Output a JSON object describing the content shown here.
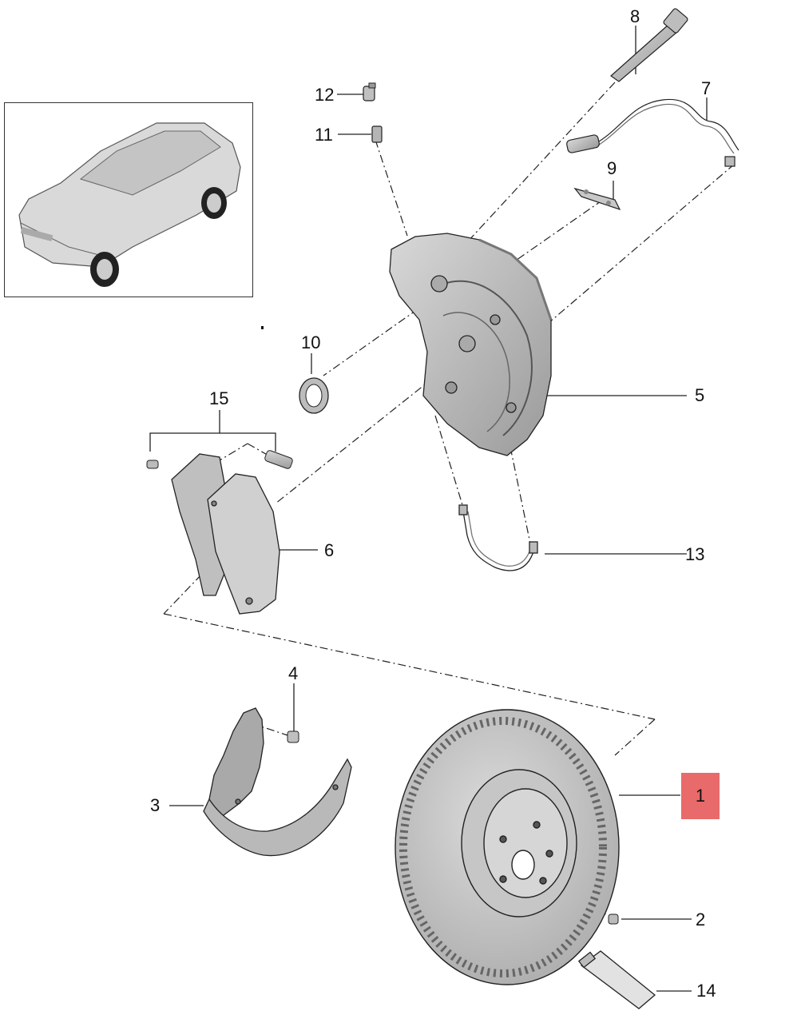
{
  "callouts": {
    "c1": "1",
    "c2": "2",
    "c3": "3",
    "c4": "4",
    "c5": "5",
    "c6": "6",
    "c7": "7",
    "c8": "8",
    "c9": "9",
    "c10": "10",
    "c11": "11",
    "c12": "12",
    "c13": "13",
    "c14": "14",
    "c15": "15"
  },
  "highlighted_callout": "1",
  "colors": {
    "highlight": "#e86a6a",
    "part_fill": "#c9c9c9",
    "part_dark": "#8f8f8f",
    "outline": "#222222"
  }
}
